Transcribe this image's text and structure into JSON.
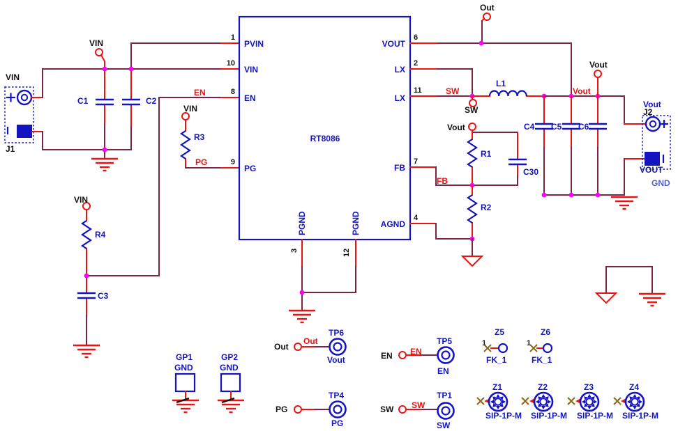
{
  "ic": {
    "part": "RT8086",
    "pins": {
      "pvin": {
        "num": "1",
        "name": "PVIN"
      },
      "vin": {
        "num": "10",
        "name": "VIN"
      },
      "en": {
        "num": "8",
        "name": "EN"
      },
      "pg": {
        "num": "9",
        "name": "PG"
      },
      "vout": {
        "num": "6",
        "name": "VOUT"
      },
      "lx_a": {
        "num": "2",
        "name": "LX"
      },
      "lx_b": {
        "num": "11",
        "name": "LX"
      },
      "fb": {
        "num": "7",
        "name": "FB"
      },
      "agnd": {
        "num": "4",
        "name": "AGND"
      },
      "pgnd_a": {
        "num": "3",
        "name": "PGND"
      },
      "pgnd_b": {
        "num": "12",
        "name": "PGND"
      }
    }
  },
  "nets": {
    "vin": "VIN",
    "en": "EN",
    "pg": "PG",
    "sw": "SW",
    "fb": "FB",
    "out": "Out",
    "vout": "Vout",
    "gnd": "GND"
  },
  "refdes": {
    "j1": "J1",
    "j2": "J2",
    "c1": "C1",
    "c2": "C2",
    "c3": "C3",
    "c4": "C4",
    "c5": "C5",
    "c6": "C6",
    "c30": "C30",
    "r1": "R1",
    "r2": "R2",
    "r3": "R3",
    "r4": "R4",
    "l1": "L1",
    "gp1": "GP1",
    "gp2": "GP2",
    "tp1": "TP1",
    "tp4": "TP4",
    "tp5": "TP5",
    "tp6": "TP6",
    "z1": "Z1",
    "z2": "Z2",
    "z3": "Z3",
    "z4": "Z4",
    "z5": "Z5",
    "z6": "Z6"
  },
  "parts": {
    "fk": "FK_1",
    "sip": "SIP-1P-M",
    "jumper_pin": "1"
  },
  "j2_labels": {
    "pos": "VOUT"
  },
  "colors": {
    "wire": "#7b2346",
    "pin_red": "#ee1111",
    "component_blue": "#1313c2",
    "junction_magenta": "#ff00ff",
    "no_connect_olive": "#8a6d1e"
  }
}
